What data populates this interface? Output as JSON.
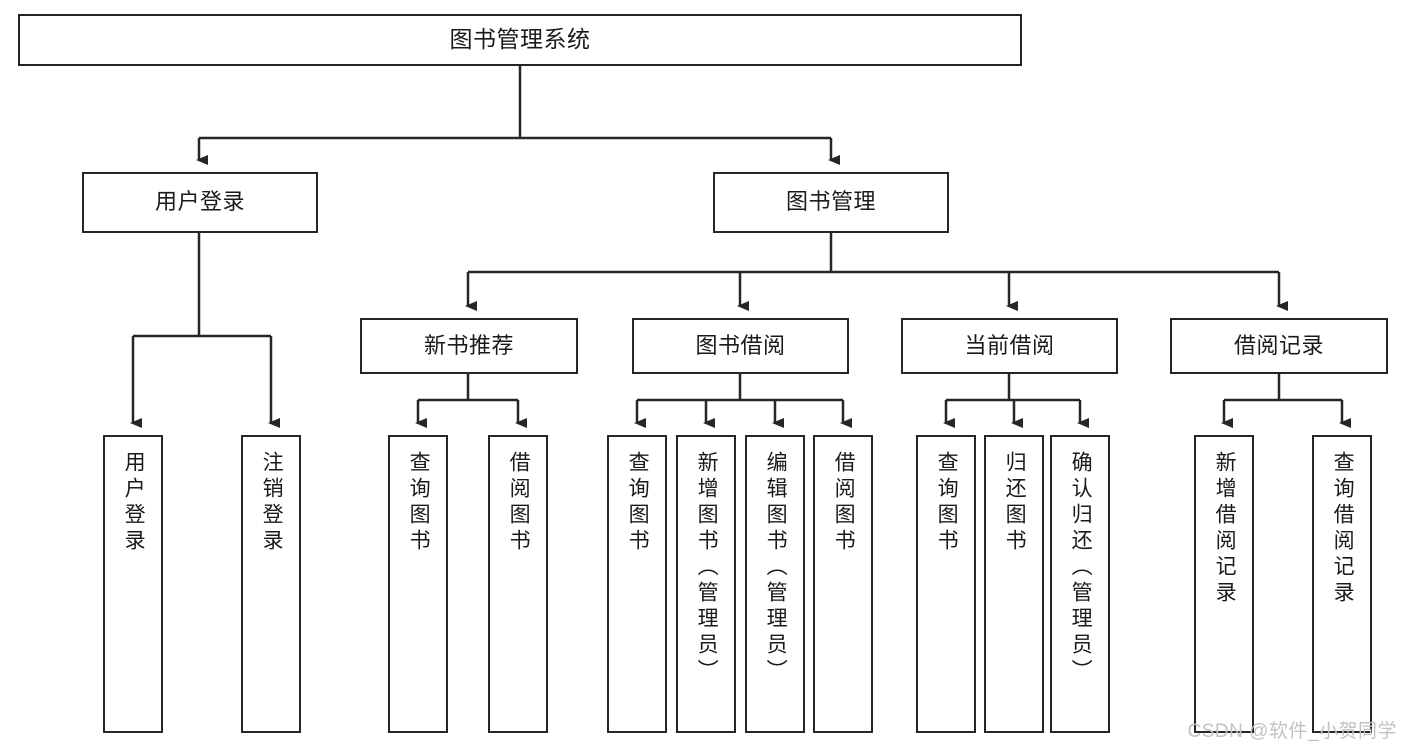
{
  "diagram": {
    "title": "图书管理系统",
    "type": "tree-hierarchy",
    "root": {
      "label": "图书管理系统"
    },
    "level2": [
      {
        "label": "用户登录"
      },
      {
        "label": "图书管理"
      }
    ],
    "level3": [
      {
        "label": "新书推荐"
      },
      {
        "label": "图书借阅"
      },
      {
        "label": "当前借阅"
      },
      {
        "label": "借阅记录"
      }
    ],
    "leaves": {
      "user_login": [
        {
          "label": "用户登录"
        },
        {
          "label": "注销登录"
        }
      ],
      "new_book_recommend": [
        {
          "label": "查询图书"
        },
        {
          "label": "借阅图书"
        }
      ],
      "book_borrow": [
        {
          "label": "查询图书"
        },
        {
          "label": "新增图书（管理员）"
        },
        {
          "label": "编辑图书（管理员）"
        },
        {
          "label": "借阅图书"
        }
      ],
      "current_borrow": [
        {
          "label": "查询图书"
        },
        {
          "label": "归还图书"
        },
        {
          "label": "确认归还（管理员）"
        }
      ],
      "borrow_record": [
        {
          "label": "新增借阅记录"
        },
        {
          "label": "查询借阅记录"
        }
      ]
    }
  },
  "watermark": {
    "text": "CSDN @软件_小贺同学"
  },
  "colors": {
    "stroke": "#262626",
    "fill": "#ffffff",
    "text": "#1a1a1a",
    "watermark": "#c2c2c2"
  }
}
